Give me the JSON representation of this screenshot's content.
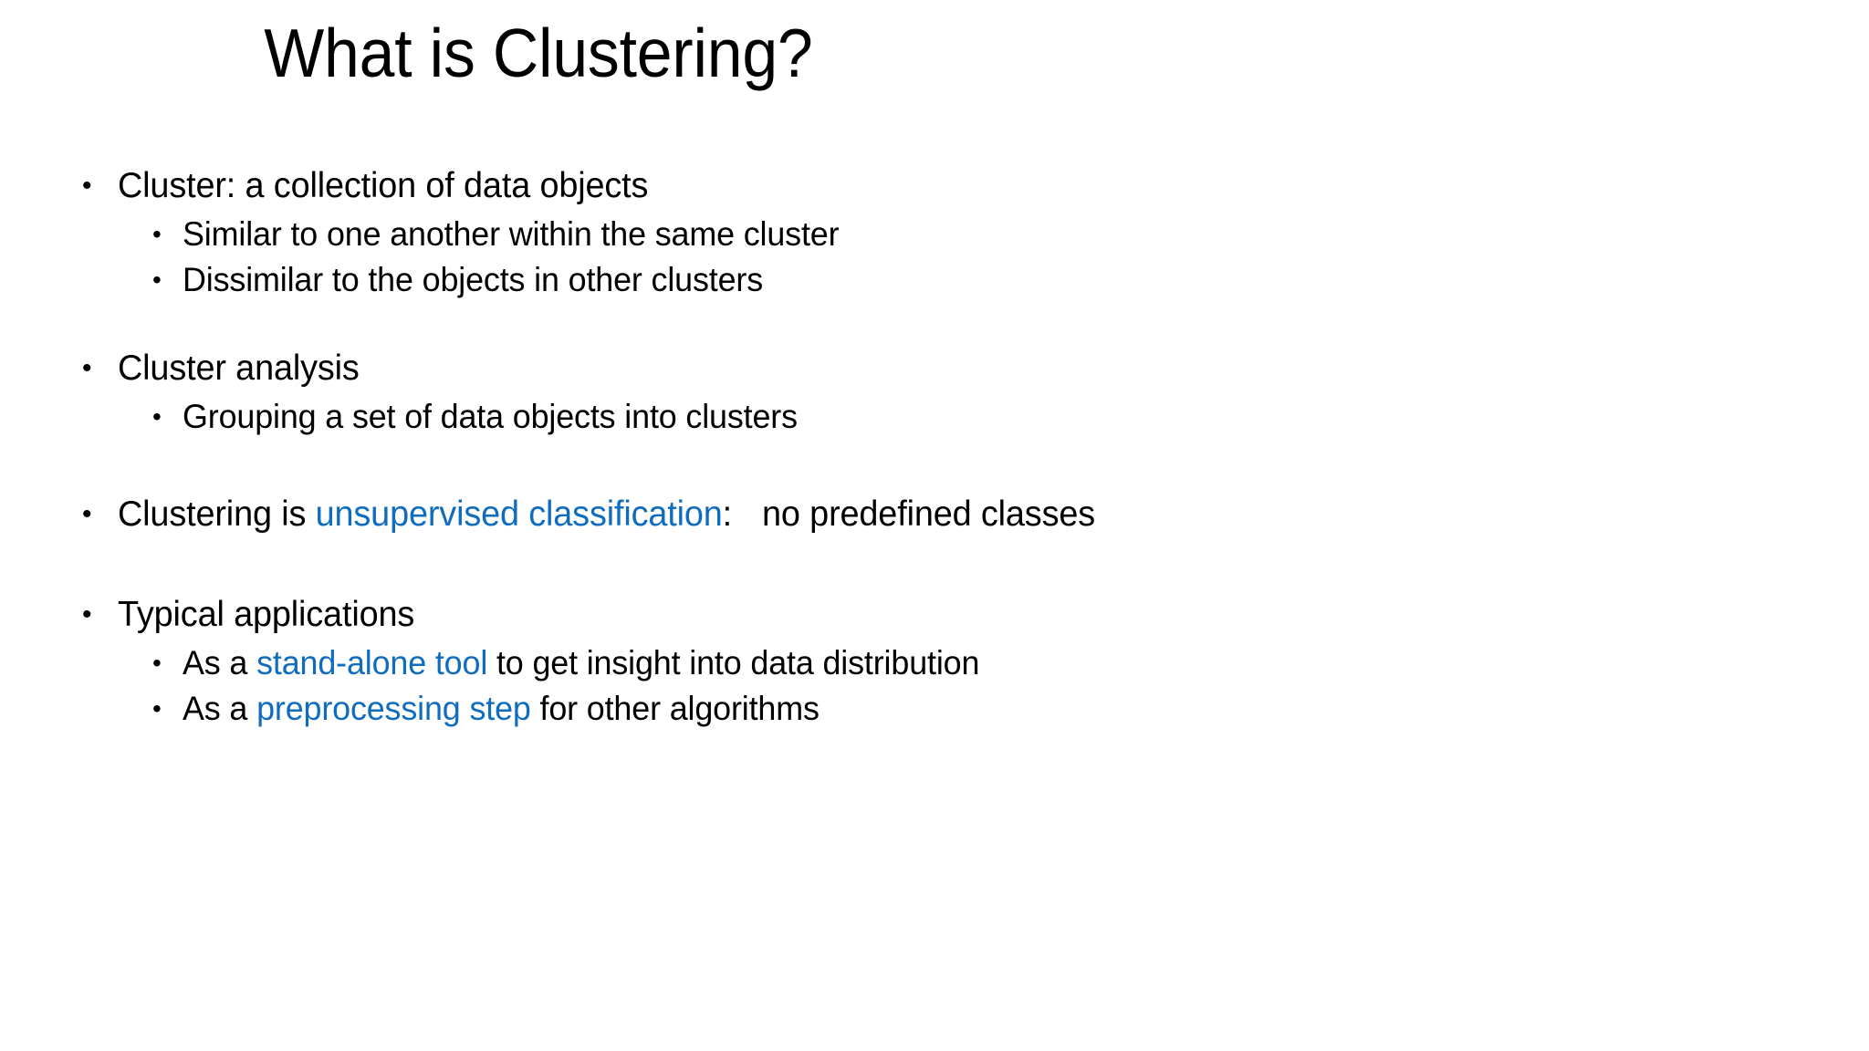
{
  "slide": {
    "title": "What is Clustering?",
    "background_color": "#FFFFFF",
    "text_color": "#000000",
    "accent_color": "#0F6CBE",
    "bullet_glyph": "•"
  },
  "content": {
    "group1": {
      "heading": "Cluster: a collection of data objects",
      "sub1": "Similar to one another within the same cluster",
      "sub2": "Dissimilar to the objects in other clusters"
    },
    "group2": {
      "heading": "Cluster analysis",
      "sub1": "Grouping a set of data objects into clusters"
    },
    "group3": {
      "part_before": "Clustering is ",
      "part_accent": "unsupervised classification",
      "part_colon": ":",
      "part_after": "no predefined classes"
    },
    "group4": {
      "heading": "Typical applications",
      "sub1_before": "As a ",
      "sub1_accent": "stand-alone tool",
      "sub1_after": " to get insight into data distribution",
      "sub2_before": "As a ",
      "sub2_accent": "preprocessing step",
      "sub2_after": " for other algorithms"
    }
  }
}
